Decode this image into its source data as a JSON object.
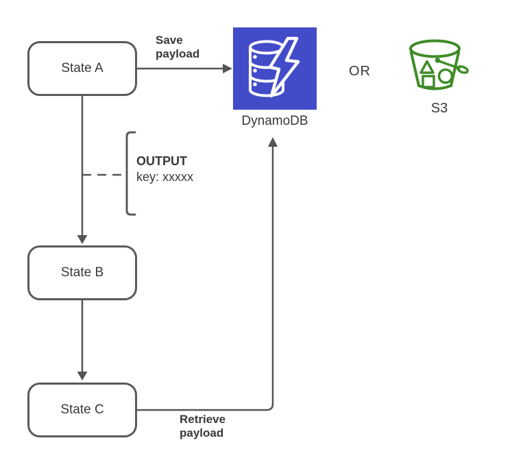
{
  "colors": {
    "dynamodb_blue": "#424CC8",
    "s3_green": "#3F8B28",
    "line_gray": "#545454",
    "box_border_gray": "#595959",
    "text_dark": "#383838"
  },
  "nodes": {
    "state_a": {
      "label": "State A"
    },
    "state_b": {
      "label": "State B"
    },
    "state_c": {
      "label": "State C"
    }
  },
  "services": {
    "dynamodb": {
      "label": "DynamoDB",
      "icon": "dynamodb-database-lightning-icon"
    },
    "s3": {
      "label": "S3",
      "icon": "s3-bucket-icon"
    },
    "or_label": "OR"
  },
  "edges": {
    "save": {
      "label": "Save\npayload"
    },
    "retrieve": {
      "label": "Retrieve\npayload"
    }
  },
  "annotation": {
    "title": "OUTPUT",
    "detail": "key: xxxxx"
  }
}
